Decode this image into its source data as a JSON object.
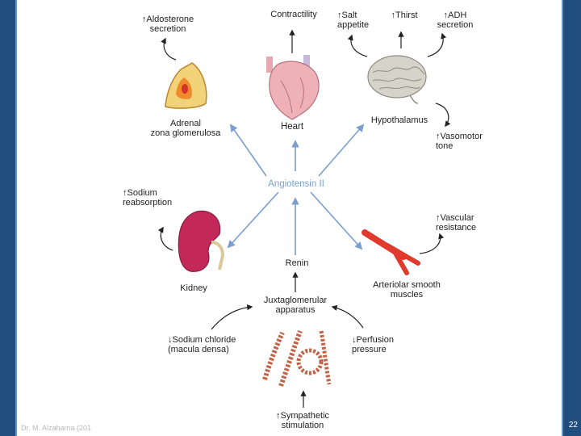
{
  "diagram": {
    "center_label": "Angiotensin II",
    "nodes": {
      "aldosterone": "↑Aldosterone\nsecretion",
      "contractility": "Contractility",
      "salt": "↑Salt\nappetite",
      "thirst": "↑Thirst",
      "adh": "↑ADH\nsecretion",
      "adrenal": "Adrenal\nzona glomerulosa",
      "heart": "Heart",
      "hypothalamus": "Hypothalamus",
      "vasomotor": "↑Vasomotor\ntone",
      "sodium_reabsorption": "↑Sodium\nreabsorption",
      "vascular_resistance": "↑Vascular\nresistance",
      "kidney": "Kidney",
      "renin": "Renin",
      "arteriolar": "Arteriolar smooth\nmuscles",
      "juxtaglomerular": "Juxtaglomerular\napparatus",
      "sodium_chloride": "↓Sodium chloride\n(macula densa)",
      "perfusion": "↓Perfusion\npressure",
      "sympathetic": "↑Sympathetic\nstimulation"
    }
  },
  "footer": {
    "credit": "Dr. M. Alzaharna (201",
    "page_number": "22"
  },
  "colors": {
    "frame": "#1f4e7f",
    "blue_arrow": "#7a9fce",
    "text": "#222222"
  }
}
